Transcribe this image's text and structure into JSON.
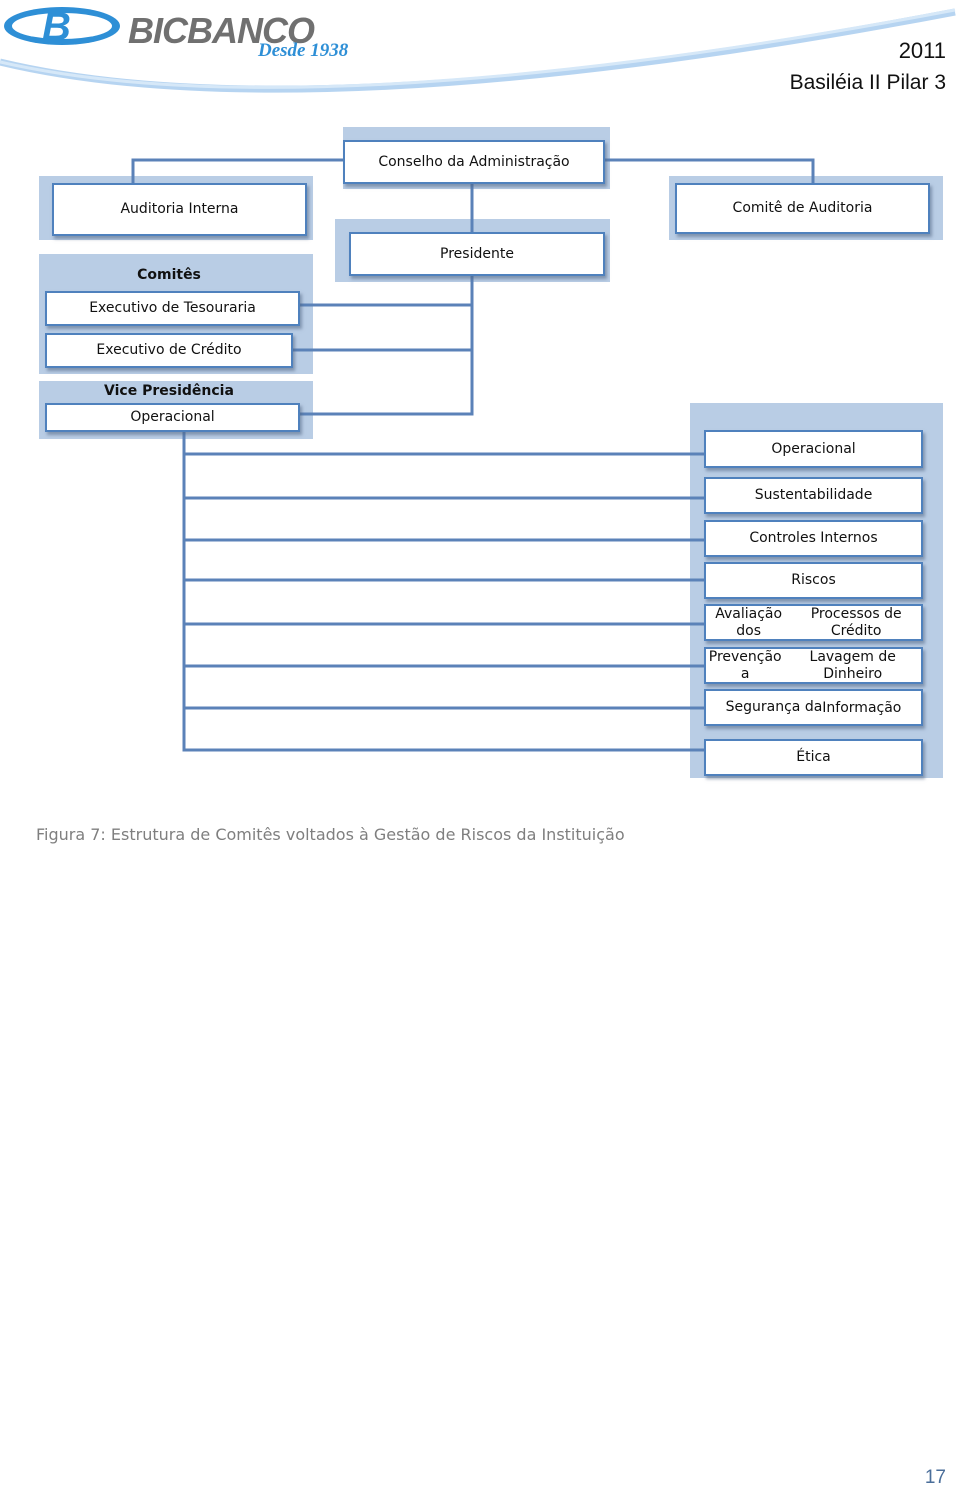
{
  "header": {
    "brand_name": "BICBANCO",
    "brand_tagline": "Desde 1938",
    "year": "2011",
    "subtitle": "Basiléia II Pilar 3"
  },
  "colors": {
    "panel": "#b9cde5",
    "box_border": "#4f81bd",
    "connector": "#5b82b8",
    "logo_blue": "#2e8fd6"
  },
  "diagram": {
    "board": "Conselho da Administração",
    "internal_audit": "Auditoria Interna",
    "audit_committee": "Comitê de Auditoria",
    "president": "Presidente",
    "committees_heading": "Comitês",
    "exec_treasury": "Executivo de Tesouraria",
    "exec_credit": "Executivo de Crédito",
    "vp_heading": "Vice Presidência",
    "vp_operational": "Operacional",
    "committees": [
      {
        "line1": "Operacional",
        "line2": ""
      },
      {
        "line1": "Sustentabilidade",
        "line2": ""
      },
      {
        "line1": "Controles Internos",
        "line2": ""
      },
      {
        "line1": "Riscos",
        "line2": ""
      },
      {
        "line1": "Avaliação dos",
        "line2": "Processos de Crédito"
      },
      {
        "line1": "Prevenção a",
        "line2": "Lavagem de Dinheiro"
      },
      {
        "line1": "Segurança da",
        "line2": "Informação"
      },
      {
        "line1": "Ética",
        "line2": ""
      }
    ]
  },
  "caption": "Figura 7: Estrutura de Comitês voltados à Gestão de Riscos da Instituição",
  "page_number": "17"
}
